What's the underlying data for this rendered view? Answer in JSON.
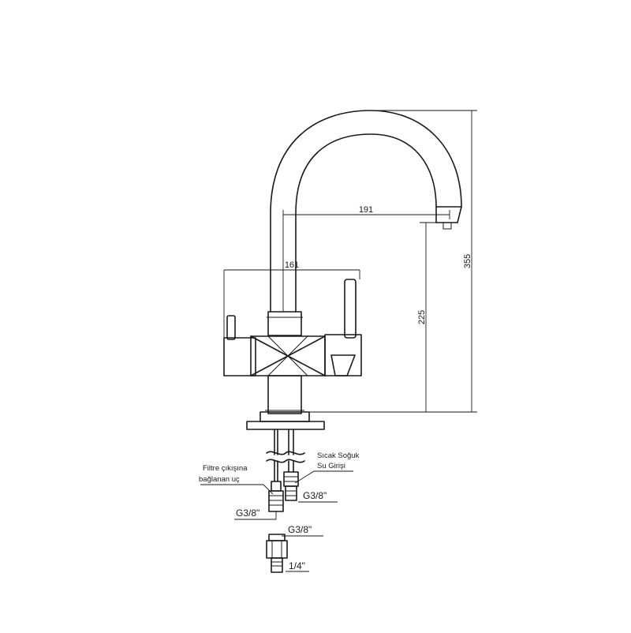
{
  "dimensions": {
    "spout_reach": "191",
    "handle_width": "161",
    "spout_height": "225",
    "overall_height": "355"
  },
  "labels": {
    "filter_outlet_line1": "Filtre çıkışına",
    "filter_outlet_line2": "bağlanan uç",
    "hot_cold_line1": "Sıcak Soğuk",
    "hot_cold_line2": "Su Girişi",
    "thread_inlet": "G3/8\"",
    "thread_filter": "G3/8\"",
    "thread_adapter": "G3/8\"",
    "thread_adapter_bottom": "1/4\""
  }
}
